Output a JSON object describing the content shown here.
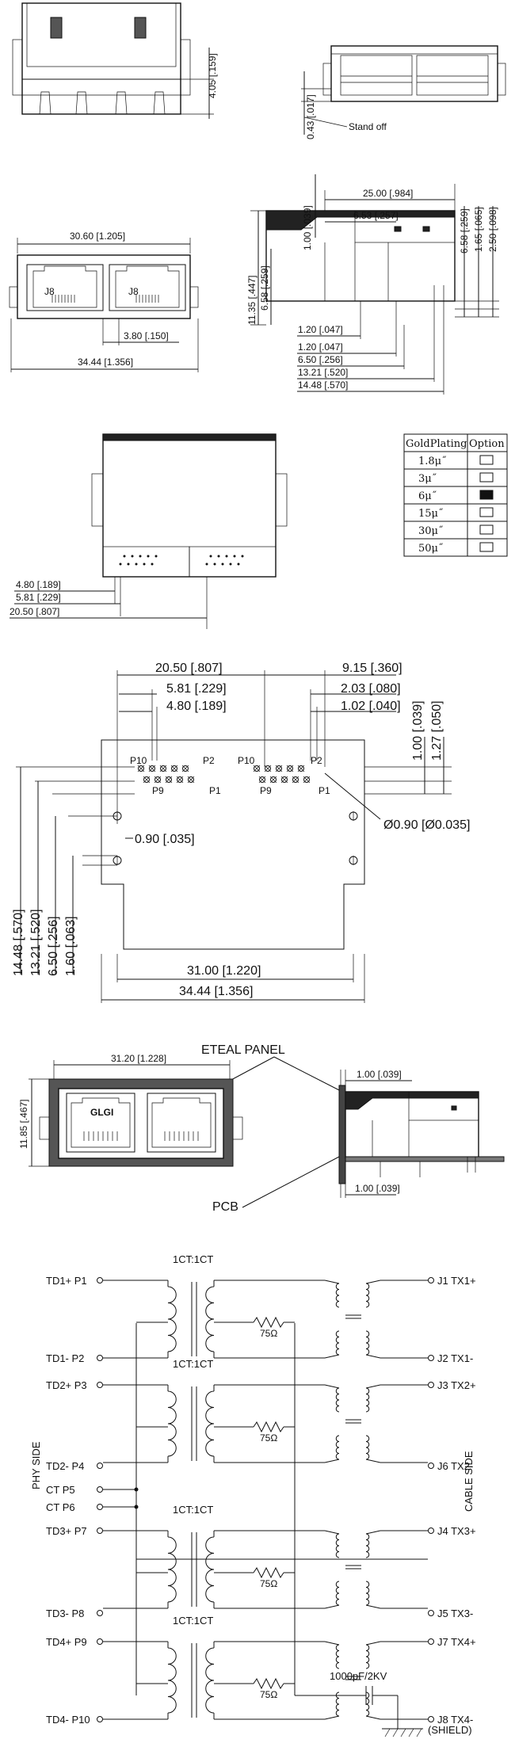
{
  "view_top": {
    "dim_height": "4.05 [.159]",
    "dim_standoff": "0.43 [.017]",
    "standoff_label": "Stand off"
  },
  "view_front": {
    "dim_width_top": "30.60 [1.205]",
    "dim_width_bottom": "34.44 [1.356]",
    "dim_pin": "3.80 [.150]"
  },
  "view_side": {
    "dim_1": "25.00 [.984]",
    "dim_2": "6.53 [.257]",
    "dim_3": "1.00 [.039]",
    "dim_4": "6.58 [.259]",
    "dim_5": "1.65 [.065]",
    "dim_6": "2.50 [.098]",
    "dim_7": "11.35 [.447]",
    "dim_8": "6.58 [.259]",
    "dim_9": "1.20 [.047]",
    "dim_10": "1.20 [.047]",
    "dim_11": "6.50 [.256]",
    "dim_12": "13.21 [.520]",
    "dim_13": "14.48 [.570]"
  },
  "gold_plating": {
    "header_1": "GoldPlating",
    "header_2": "Option",
    "rows": [
      {
        "value": "1.8μ˝",
        "selected": false
      },
      {
        "value": "3μ˝",
        "selected": false
      },
      {
        "value": "6μ˝",
        "selected": true
      },
      {
        "value": "15μ˝",
        "selected": false
      },
      {
        "value": "30μ˝",
        "selected": false
      },
      {
        "value": "50μ˝",
        "selected": false
      }
    ]
  },
  "view_bottom": {
    "dim_1": "4.80 [.189]",
    "dim_2": "5.81 [.229]",
    "dim_3": "20.50 [.807]"
  },
  "footprint": {
    "dim_top_left": "20.50 [.807]",
    "dim_top_right": "9.15 [.360]",
    "dim_581": "5.81 [.229]",
    "dim_480": "4.80 [.189]",
    "dim_203": "2.03 [.080]",
    "dim_102": "1.02 [.040]",
    "dim_100": "1.00 [.039]",
    "dim_127": "1.27 [.050]",
    "dim_hole": "Ø0.90 [Ø0.035]",
    "dim_090": "0.90 [.035]",
    "dim_bottom_inner": "31.00 [1.220]",
    "dim_bottom_outer": "34.44 [1.356]",
    "dim_v1": "14.48 [.570]",
    "dim_v2": "13.21 [.520]",
    "dim_v3": "6.50 [.256]",
    "dim_v4": "1.60 [.063]",
    "pin_p10": "P10",
    "pin_p2": "P2",
    "pin_p9": "P9",
    "pin_p1": "P1"
  },
  "panel": {
    "title": "ETEAL PANEL",
    "dim_width": "31.20 [1.228]",
    "dim_height": "11.85 [.467]",
    "dim_top": "1.00 [.039]",
    "dim_bottom": "1.00 [.039]",
    "pcb_label": "PCB",
    "logo": "GLGI"
  },
  "schematic": {
    "phy_side": "PHY SIDE",
    "cable_side": "CABLE SIDE",
    "ratio": "1CT:1CT",
    "resistor": "75Ω",
    "left_pins": [
      {
        "label": "TD1+ P1"
      },
      {
        "label": "TD1-  P2"
      },
      {
        "label": "TD2+ P3"
      },
      {
        "label": "TD2-  P4"
      },
      {
        "label": "CT   P5"
      },
      {
        "label": "CT   P6"
      },
      {
        "label": "TD3+ P7"
      },
      {
        "label": "TD3-  P8"
      },
      {
        "label": "TD4+ P9"
      },
      {
        "label": "TD4-  P10"
      }
    ],
    "right_pins": [
      {
        "label": "J1  TX1+"
      },
      {
        "label": "J2  TX1-"
      },
      {
        "label": "J3  TX2+"
      },
      {
        "label": "J6  TX2-"
      },
      {
        "label": "J4  TX3+"
      },
      {
        "label": "J5  TX3-"
      },
      {
        "label": "J7  TX4+"
      },
      {
        "label": "J8  TX4-"
      }
    ],
    "capacitor": "1000pF/2KV",
    "shield": "(SHIELD)"
  }
}
